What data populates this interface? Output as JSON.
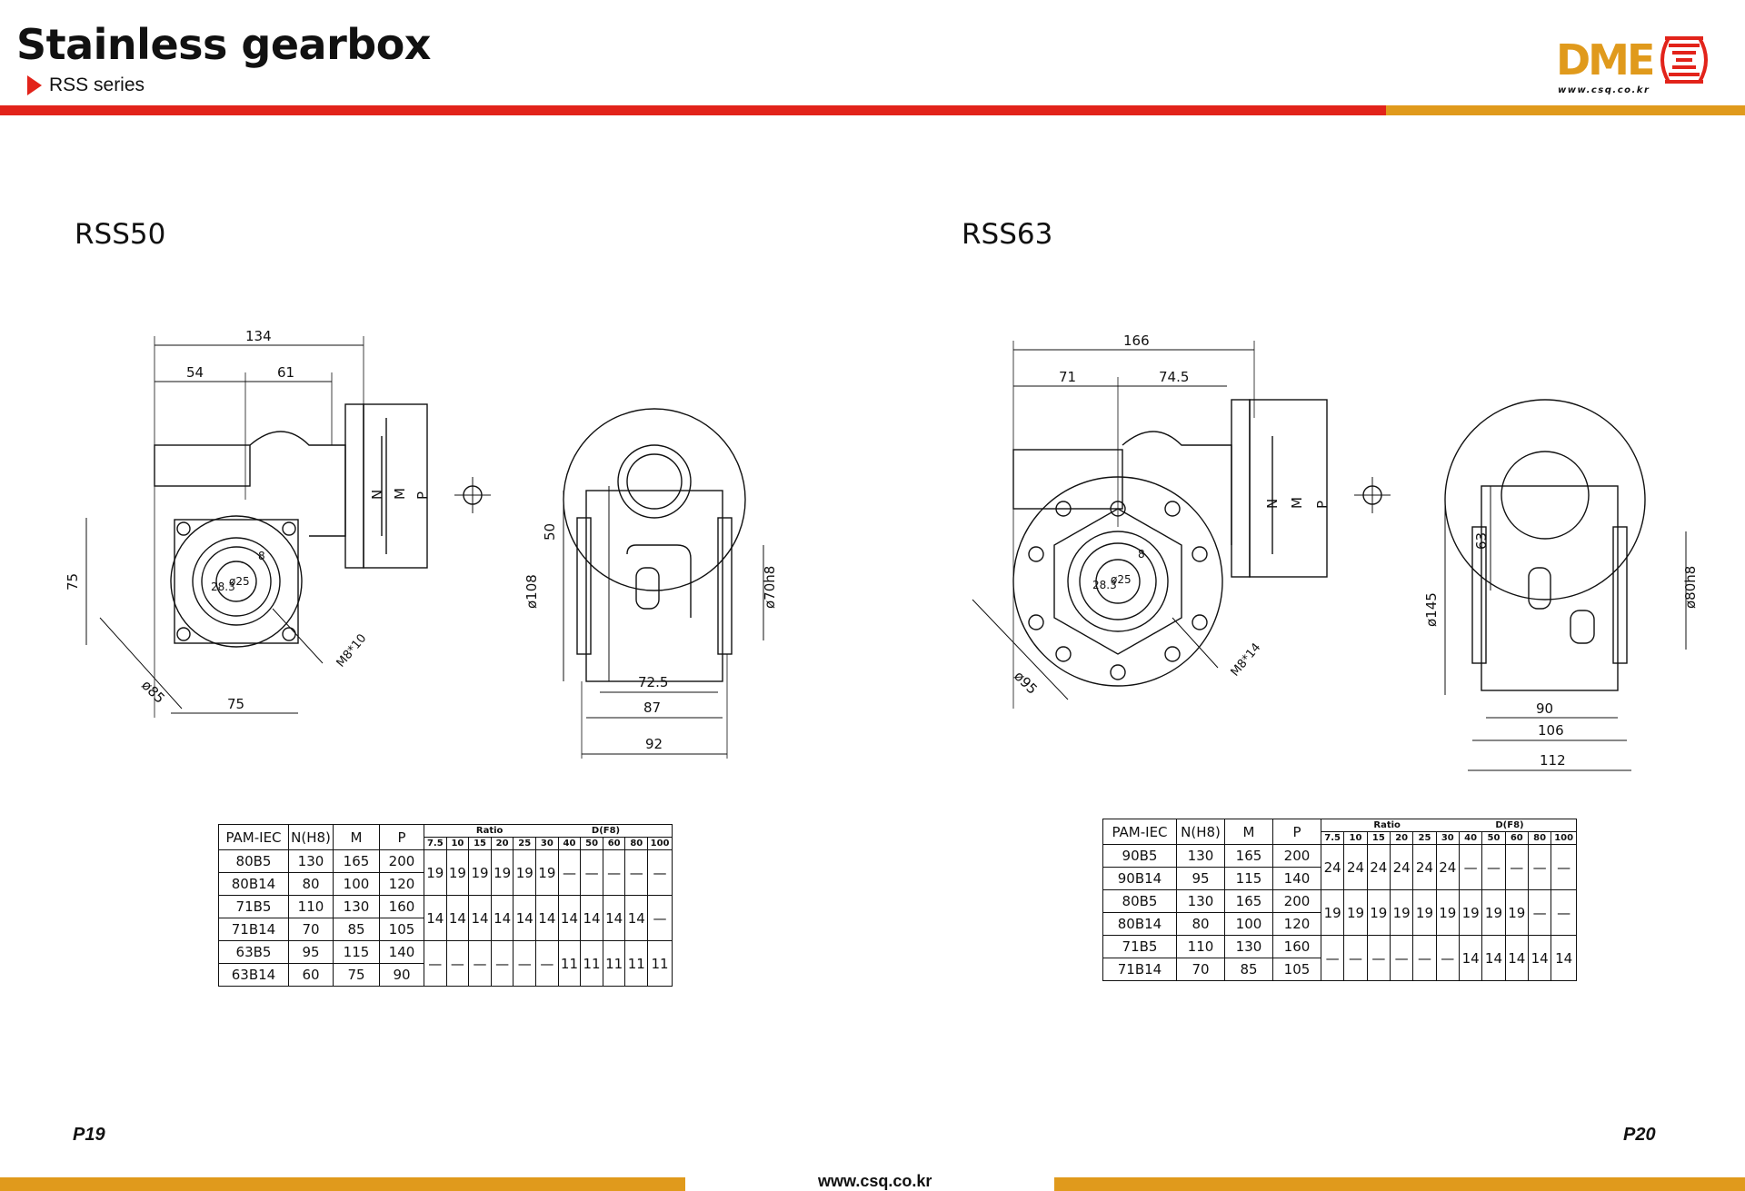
{
  "header": {
    "title": "Stainless gearbox",
    "subtitle": "RSS series",
    "logo_text": "DME",
    "logo_url": "www.csq.co.kr"
  },
  "colors": {
    "red": "#e2231a",
    "orange": "#e09a1c"
  },
  "left": {
    "model": "RSS50",
    "dims": {
      "d134": "134",
      "d54": "54",
      "d61": "61",
      "d75v": "75",
      "d85": "ø85",
      "d75h": "75",
      "m8": "M8*10",
      "n": "N",
      "m": "M",
      "p": "P",
      "d50": "50",
      "d108": "ø108",
      "d70": "ø70h8",
      "d725": "72.5",
      "d87": "87",
      "d92": "92",
      "d283": "28.3",
      "d25": "ø25",
      "d8": "8"
    },
    "table": {
      "headers": [
        "PAM-IEC",
        "N(H8)",
        "M",
        "P"
      ],
      "ratio_label": "Ratio",
      "dfb_label": "D(F8)",
      "ratios": [
        "7.5",
        "10",
        "15",
        "20",
        "25",
        "30",
        "40",
        "50",
        "60",
        "80",
        "100"
      ],
      "rows": [
        {
          "pam": "80B5",
          "n": "130",
          "m": "165",
          "p": "200"
        },
        {
          "pam": "80B14",
          "n": "80",
          "m": "100",
          "p": "120"
        },
        {
          "pam": "71B5",
          "n": "110",
          "m": "130",
          "p": "160"
        },
        {
          "pam": "71B14",
          "n": "70",
          "m": "85",
          "p": "105"
        },
        {
          "pam": "63B5",
          "n": "95",
          "m": "115",
          "p": "140"
        },
        {
          "pam": "63B14",
          "n": "60",
          "m": "75",
          "p": "90"
        }
      ],
      "groups": [
        [
          "19",
          "19",
          "19",
          "19",
          "19",
          "19",
          "—",
          "—",
          "—",
          "—",
          "—"
        ],
        [
          "14",
          "14",
          "14",
          "14",
          "14",
          "14",
          "14",
          "14",
          "14",
          "14",
          "—"
        ],
        [
          "—",
          "—",
          "—",
          "—",
          "—",
          "—",
          "11",
          "11",
          "11",
          "11",
          "11"
        ]
      ]
    }
  },
  "right": {
    "model": "RSS63",
    "dims": {
      "d166": "166",
      "d71": "71",
      "d745": "74.5",
      "d95": "ø95",
      "m8": "M8*14",
      "n": "N",
      "m": "M",
      "p": "P",
      "d63": "63",
      "d145": "ø145",
      "d80": "ø80h8",
      "d90": "90",
      "d106": "106",
      "d112": "112",
      "d25": "ø25",
      "d8": "8",
      "d283": "28.3"
    },
    "table": {
      "headers": [
        "PAM-IEC",
        "N(H8)",
        "M",
        "P"
      ],
      "ratio_label": "Ratio",
      "dfb_label": "D(F8)",
      "ratios": [
        "7.5",
        "10",
        "15",
        "20",
        "25",
        "30",
        "40",
        "50",
        "60",
        "80",
        "100"
      ],
      "rows": [
        {
          "pam": "90B5",
          "n": "130",
          "m": "165",
          "p": "200"
        },
        {
          "pam": "90B14",
          "n": "95",
          "m": "115",
          "p": "140"
        },
        {
          "pam": "80B5",
          "n": "130",
          "m": "165",
          "p": "200"
        },
        {
          "pam": "80B14",
          "n": "80",
          "m": "100",
          "p": "120"
        },
        {
          "pam": "71B5",
          "n": "110",
          "m": "130",
          "p": "160"
        },
        {
          "pam": "71B14",
          "n": "70",
          "m": "85",
          "p": "105"
        }
      ],
      "groups": [
        [
          "24",
          "24",
          "24",
          "24",
          "24",
          "24",
          "—",
          "—",
          "—",
          "—",
          "—"
        ],
        [
          "19",
          "19",
          "19",
          "19",
          "19",
          "19",
          "19",
          "19",
          "19",
          "—",
          "—"
        ],
        [
          "—",
          "—",
          "—",
          "—",
          "—",
          "—",
          "14",
          "14",
          "14",
          "14",
          "14"
        ]
      ]
    }
  },
  "footer": {
    "page_left": "P19",
    "page_right": "P20",
    "url": "www.csq.co.kr"
  }
}
